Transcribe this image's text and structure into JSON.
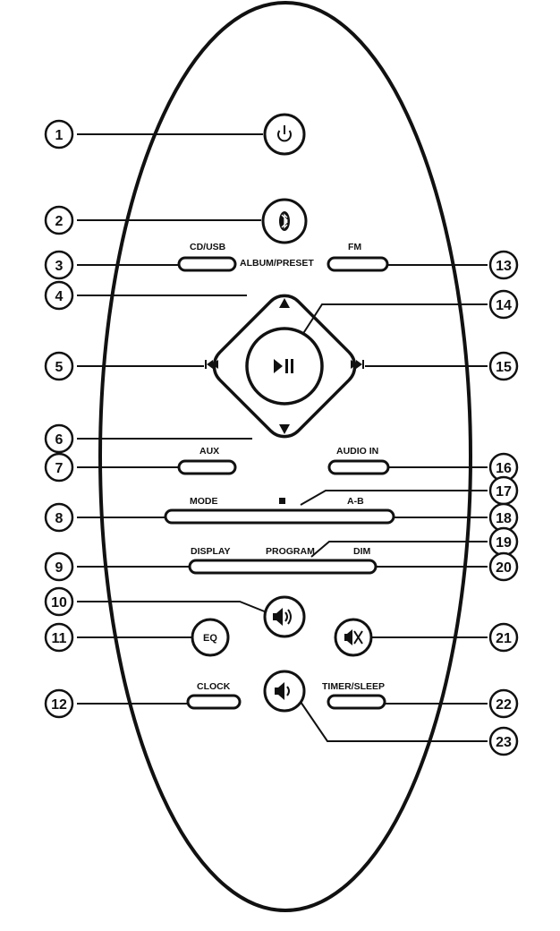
{
  "button_labels": {
    "cd_usb": "CD/USB",
    "album_preset": "ALBUM/PRESET",
    "fm": "FM",
    "aux": "AUX",
    "audio_in": "AUDIO IN",
    "mode": "MODE",
    "a_b": "A-B",
    "display": "DISPLAY",
    "program": "PROGRAM",
    "dim": "DIM",
    "clock": "CLOCK",
    "timer_sleep": "TIMER/SLEEP",
    "eq": "EQ"
  },
  "callouts": [
    "1",
    "2",
    "3",
    "4",
    "5",
    "6",
    "7",
    "8",
    "9",
    "10",
    "11",
    "12",
    "13",
    "14",
    "15",
    "16",
    "17",
    "18",
    "19",
    "20",
    "21",
    "22",
    "23"
  ],
  "icons": {
    "power": "power-icon",
    "bluetooth": "bluetooth-icon",
    "up": "up-arrow-icon",
    "down": "down-arrow-icon",
    "previous": "previous-track-icon",
    "next": "next-track-icon",
    "play_pause": "play-pause-icon",
    "stop": "stop-icon",
    "volume_up": "volume-up-icon",
    "volume_down": "volume-down-icon",
    "mute": "mute-icon"
  }
}
